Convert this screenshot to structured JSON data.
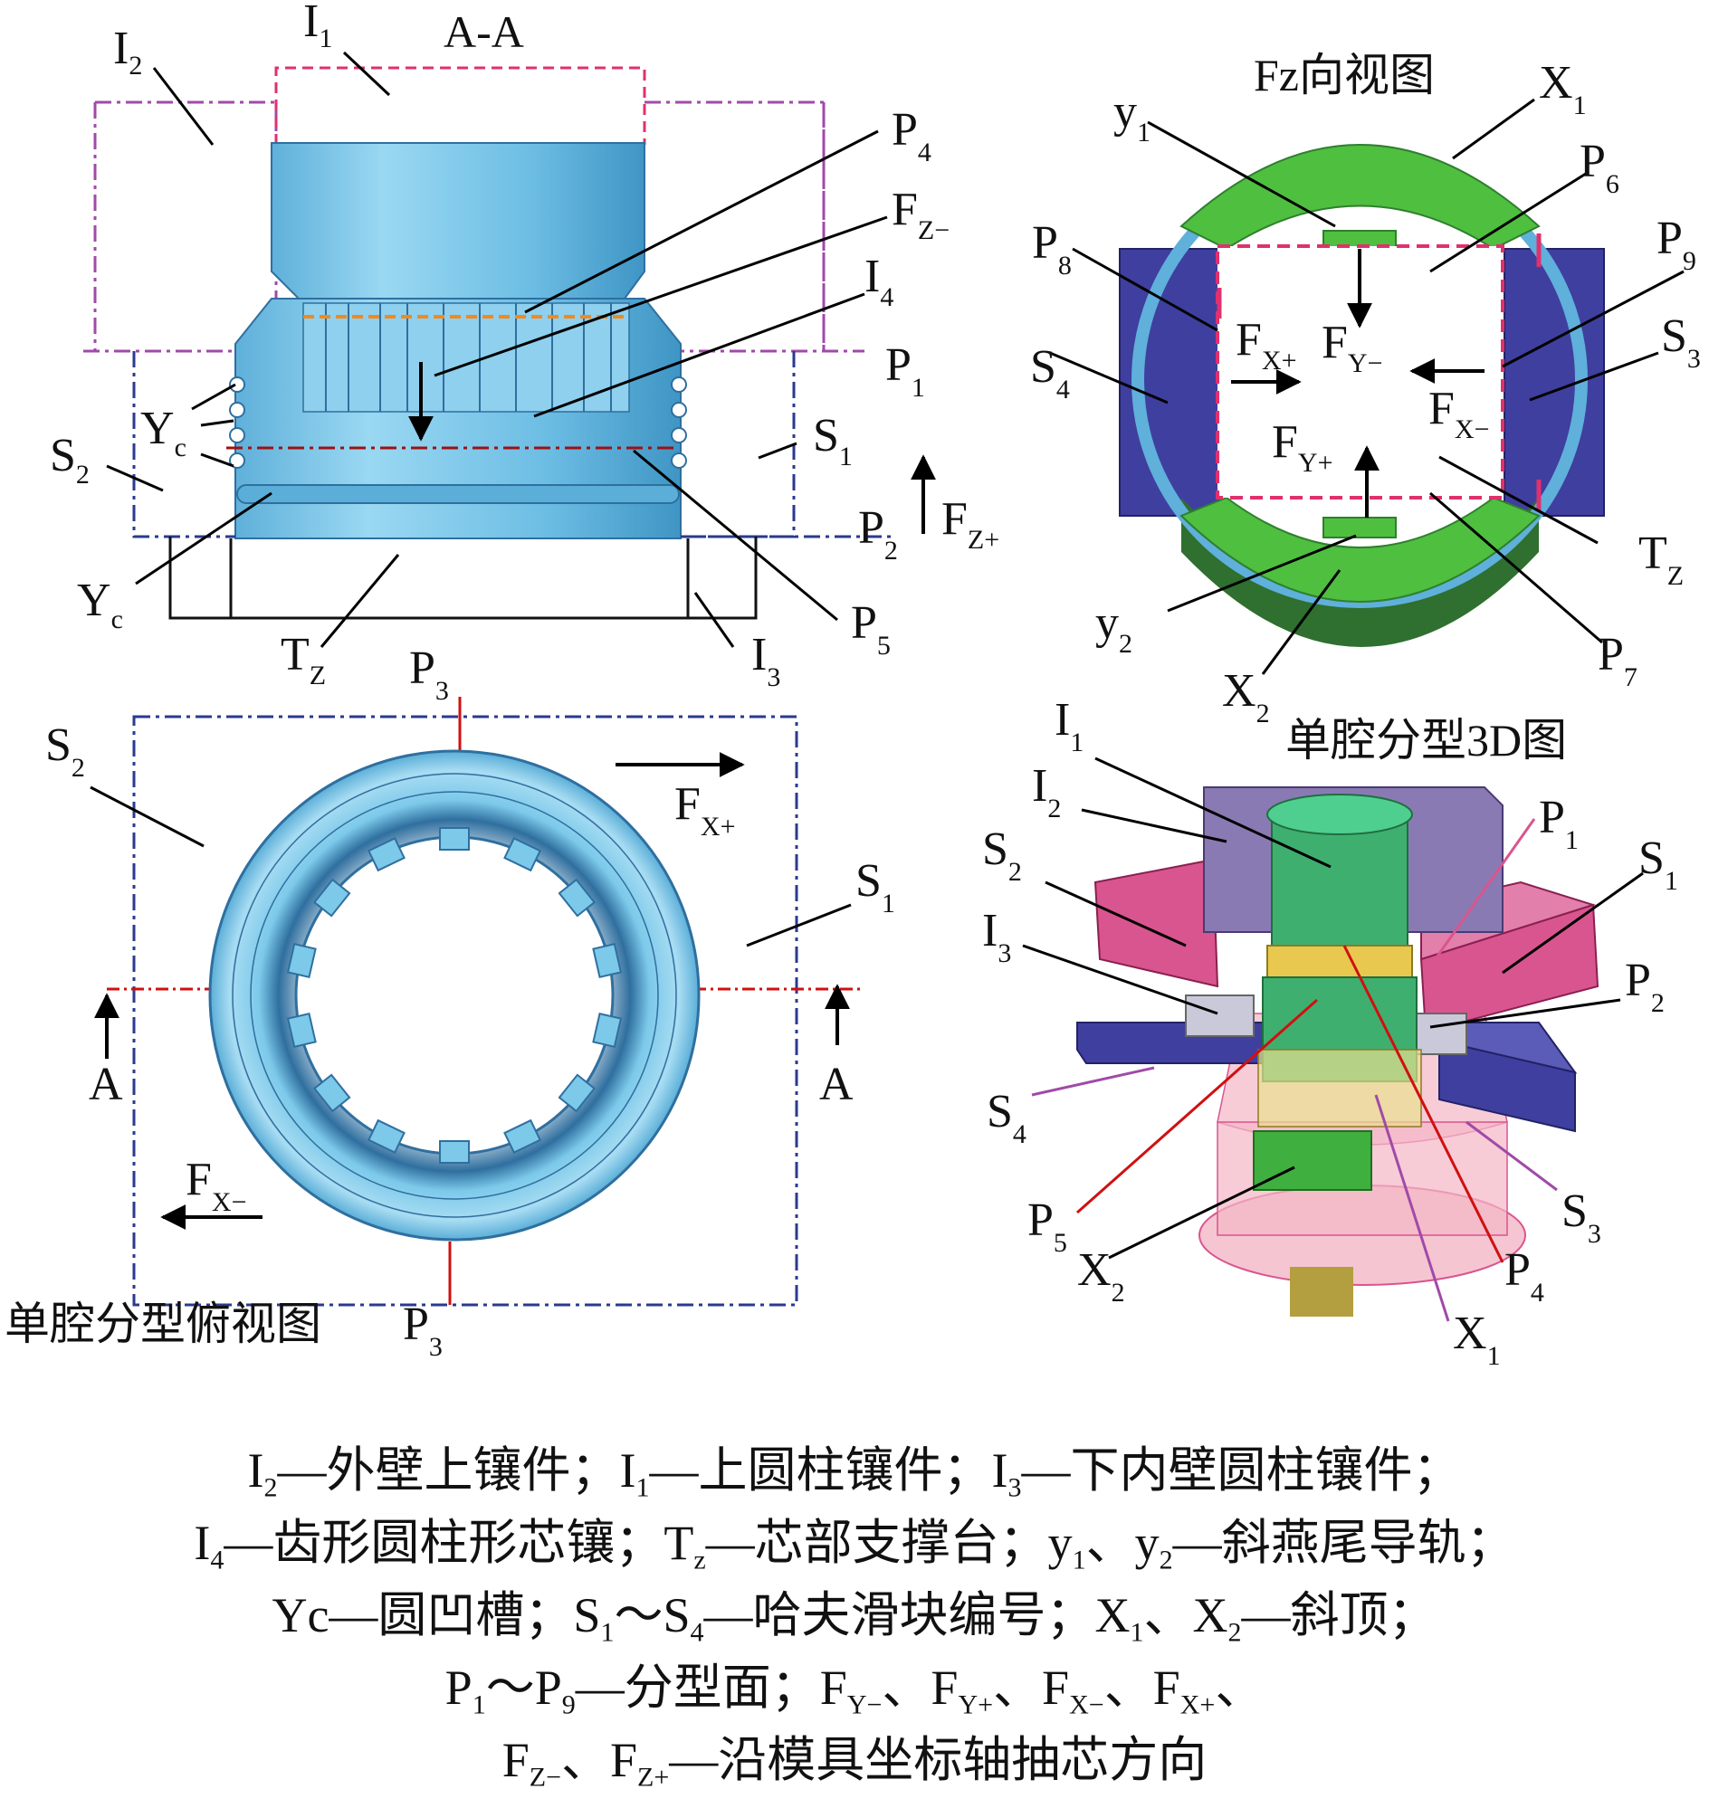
{
  "section_view": {
    "title": "A-A",
    "labels": {
      "I2": [
        "I",
        "2"
      ],
      "I1": [
        "I",
        "1"
      ],
      "P4": [
        "P",
        "4"
      ],
      "Fzminus": [
        "F",
        "Z−"
      ],
      "I4": [
        "I",
        "4"
      ],
      "P1": [
        "P",
        "1"
      ],
      "Yc1": [
        "Y",
        "c"
      ],
      "S2": [
        "S",
        "2"
      ],
      "S1": [
        "S",
        "1"
      ],
      "Fzplus": [
        "F",
        "Z+"
      ],
      "P2": [
        "P",
        "2"
      ],
      "Yc2": [
        "Y",
        "c"
      ],
      "P5": [
        "P",
        "5"
      ],
      "Tz": [
        "T",
        "Z"
      ],
      "I3": [
        "I",
        "3"
      ]
    }
  },
  "fz_view": {
    "title": "Fz向视图",
    "labels": {
      "X1": [
        "X",
        "1"
      ],
      "y1": [
        "y",
        "1"
      ],
      "P6": [
        "P",
        "6"
      ],
      "P8": [
        "P",
        "8"
      ],
      "P9": [
        "P",
        "9"
      ],
      "S4": [
        "S",
        "4"
      ],
      "FXplus": [
        "F",
        "X+"
      ],
      "FYminus": [
        "F",
        "Y−"
      ],
      "S3": [
        "S",
        "3"
      ],
      "FXminus": [
        "F",
        "X−"
      ],
      "FYplus": [
        "F",
        "Y+"
      ],
      "Tz": [
        "T",
        "Z"
      ],
      "y2": [
        "y",
        "2"
      ],
      "P7": [
        "P",
        "7"
      ],
      "X2": [
        "X",
        "2"
      ]
    }
  },
  "top_view": {
    "title": "单腔分型俯视图",
    "labels": {
      "P3top": [
        "P",
        "3"
      ],
      "S2": [
        "S",
        "2"
      ],
      "FXplus": [
        "F",
        "X+"
      ],
      "S1": [
        "S",
        "1"
      ],
      "Aleft": "A",
      "Aright": "A",
      "FXminus": [
        "F",
        "X−"
      ],
      "P3bottom": [
        "P",
        "3"
      ]
    }
  },
  "view_3d": {
    "title": "单腔分型3D图",
    "labels": {
      "I1": [
        "I",
        "1"
      ],
      "I2": [
        "I",
        "2"
      ],
      "P1": [
        "P",
        "1"
      ],
      "S2": [
        "S",
        "2"
      ],
      "S1": [
        "S",
        "1"
      ],
      "I3": [
        "I",
        "3"
      ],
      "P2": [
        "P",
        "2"
      ],
      "S4": [
        "S",
        "4"
      ],
      "S3": [
        "S",
        "3"
      ],
      "P5": [
        "P",
        "5"
      ],
      "X2": [
        "X",
        "2"
      ],
      "P4": [
        "P",
        "4"
      ],
      "X1": [
        "X",
        "1"
      ]
    }
  },
  "legend": {
    "line1": [
      {
        "t": "I"
      },
      {
        "s": "2"
      },
      {
        "t": "—外壁上镶件；I"
      },
      {
        "s": "1"
      },
      {
        "t": "—上圆柱镶件；I"
      },
      {
        "s": "3"
      },
      {
        "t": "—下内壁圆柱镶件；"
      }
    ],
    "line2": [
      {
        "t": "I"
      },
      {
        "s": "4"
      },
      {
        "t": "—齿形圆柱形芯镶；T"
      },
      {
        "s": "z"
      },
      {
        "t": "—芯部支撑台；y"
      },
      {
        "s": "1"
      },
      {
        "t": "、y"
      },
      {
        "s": "2"
      },
      {
        "t": "—斜燕尾导轨；"
      }
    ],
    "line3": [
      {
        "t": "Yc—圆凹槽；S"
      },
      {
        "s": "1"
      },
      {
        "t": "～S"
      },
      {
        "s": "4"
      },
      {
        "t": "—哈夫滑块编号；X"
      },
      {
        "s": "1"
      },
      {
        "t": "、X"
      },
      {
        "s": "2"
      },
      {
        "t": "—斜顶；"
      }
    ],
    "line4": [
      {
        "t": "P"
      },
      {
        "s": "1"
      },
      {
        "t": "～P"
      },
      {
        "s": "9"
      },
      {
        "t": "—分型面；F"
      },
      {
        "s": "Y−"
      },
      {
        "t": "、F"
      },
      {
        "s": "Y+"
      },
      {
        "t": "、F"
      },
      {
        "s": "X−"
      },
      {
        "t": "、F"
      },
      {
        "s": "X+"
      },
      {
        "t": "、"
      }
    ],
    "line5": [
      {
        "t": "F"
      },
      {
        "s": "Z−"
      },
      {
        "t": "、F"
      },
      {
        "s": "Z+"
      },
      {
        "t": "—沿模具坐标轴抽芯方向"
      }
    ]
  },
  "colors": {
    "part_blue": "#7cc9ea",
    "part_blue_dark": "#3f95c4",
    "slider_green": "#4fbf3f",
    "slider_purple": "#3f3f9f",
    "insert_pink": "#d9558f",
    "insert_lavender": "#8a7ab3",
    "dash_pink": "#e0306e",
    "dash_purple": "#a04aa8",
    "dash_navy": "#2a3a8f",
    "dash_red": "#d01010",
    "dash_orange": "#f08a20"
  }
}
